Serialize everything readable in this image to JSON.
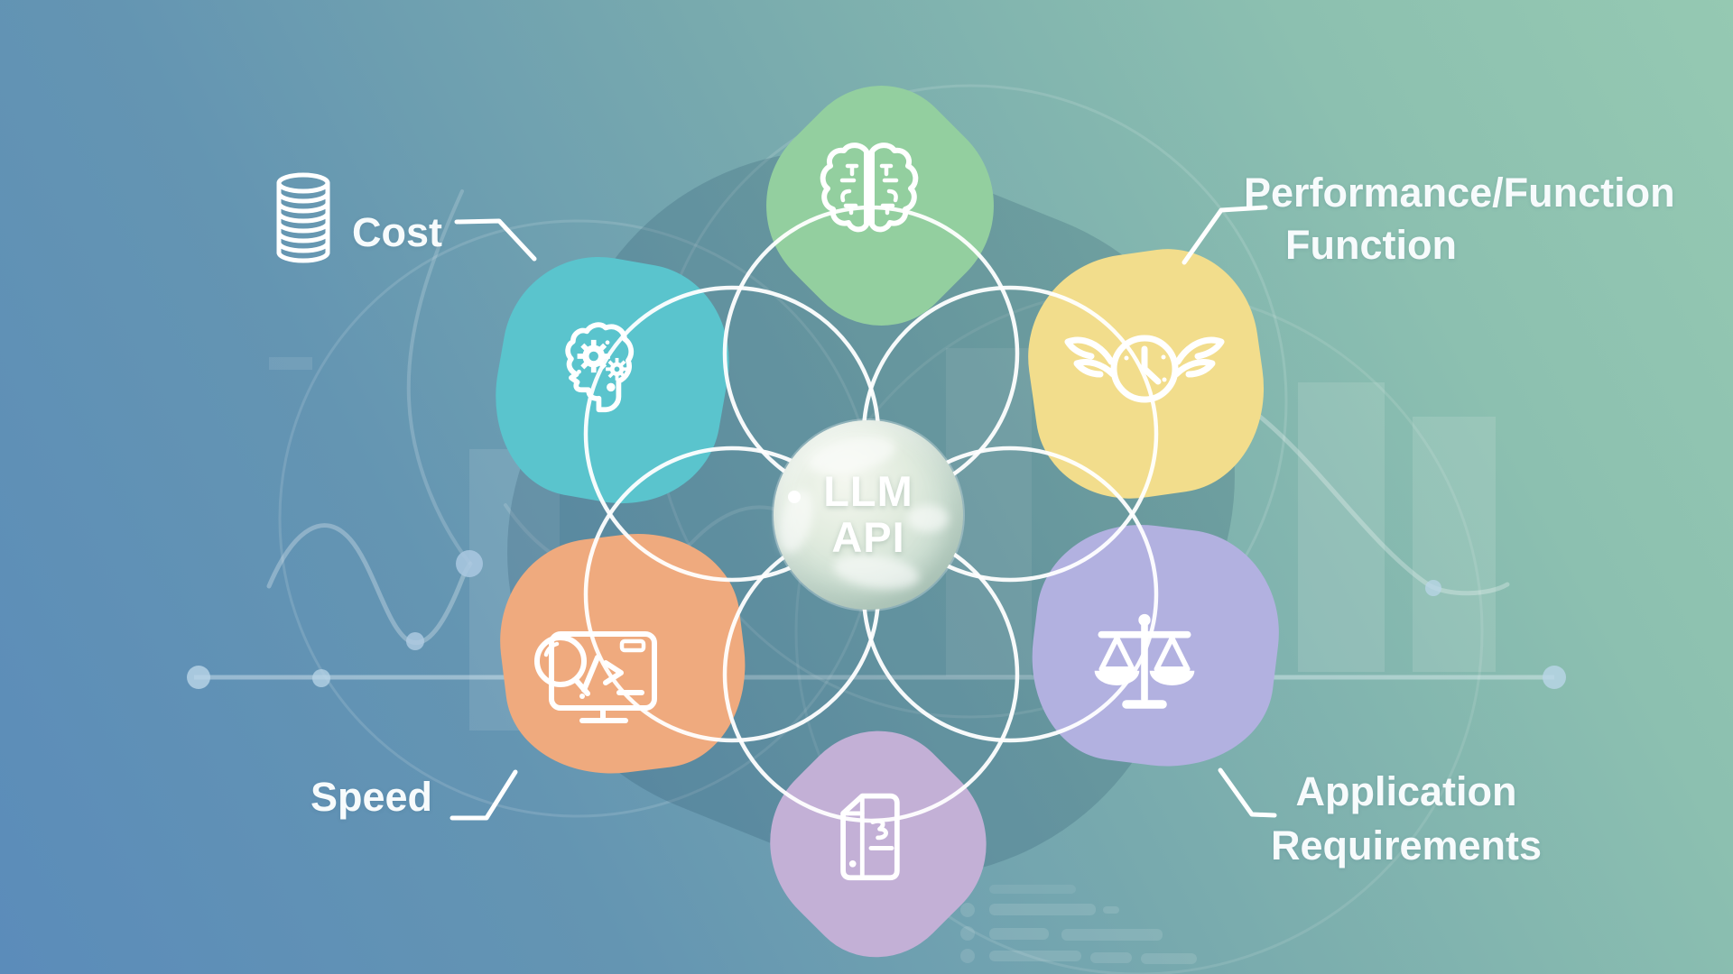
{
  "diagram": {
    "center": {
      "line1": "LLM",
      "line2": "API"
    },
    "petals": [
      {
        "position": "top",
        "icon": "brain-icon",
        "color": "#93cf9f"
      },
      {
        "position": "upper-right",
        "icon": "winged-clock-icon",
        "color": "#f2dd8c"
      },
      {
        "position": "lower-right",
        "icon": "scales-icon",
        "color": "#b2b1e0"
      },
      {
        "position": "bottom",
        "icon": "document-icon",
        "color": "#c3b0d6"
      },
      {
        "position": "lower-left",
        "icon": "code-monitor-magnifier-icon",
        "color": "#efaa7e"
      },
      {
        "position": "upper-left",
        "icon": "head-gears-icon",
        "color": "#5ac4cd"
      }
    ],
    "labels": {
      "cost": {
        "text": "Cost",
        "icon": "coin-stack-icon"
      },
      "performance": {
        "line1": "Performance/Function",
        "line2": "Function"
      },
      "speed": {
        "text": "Speed"
      },
      "application": {
        "line1": "Application",
        "line2": "Requirements"
      }
    },
    "colors": {
      "background_blue": "#5b8cba",
      "background_green": "#95c9b2",
      "ring_white": "#ffffff",
      "text_white": "#f7fbfc"
    }
  }
}
